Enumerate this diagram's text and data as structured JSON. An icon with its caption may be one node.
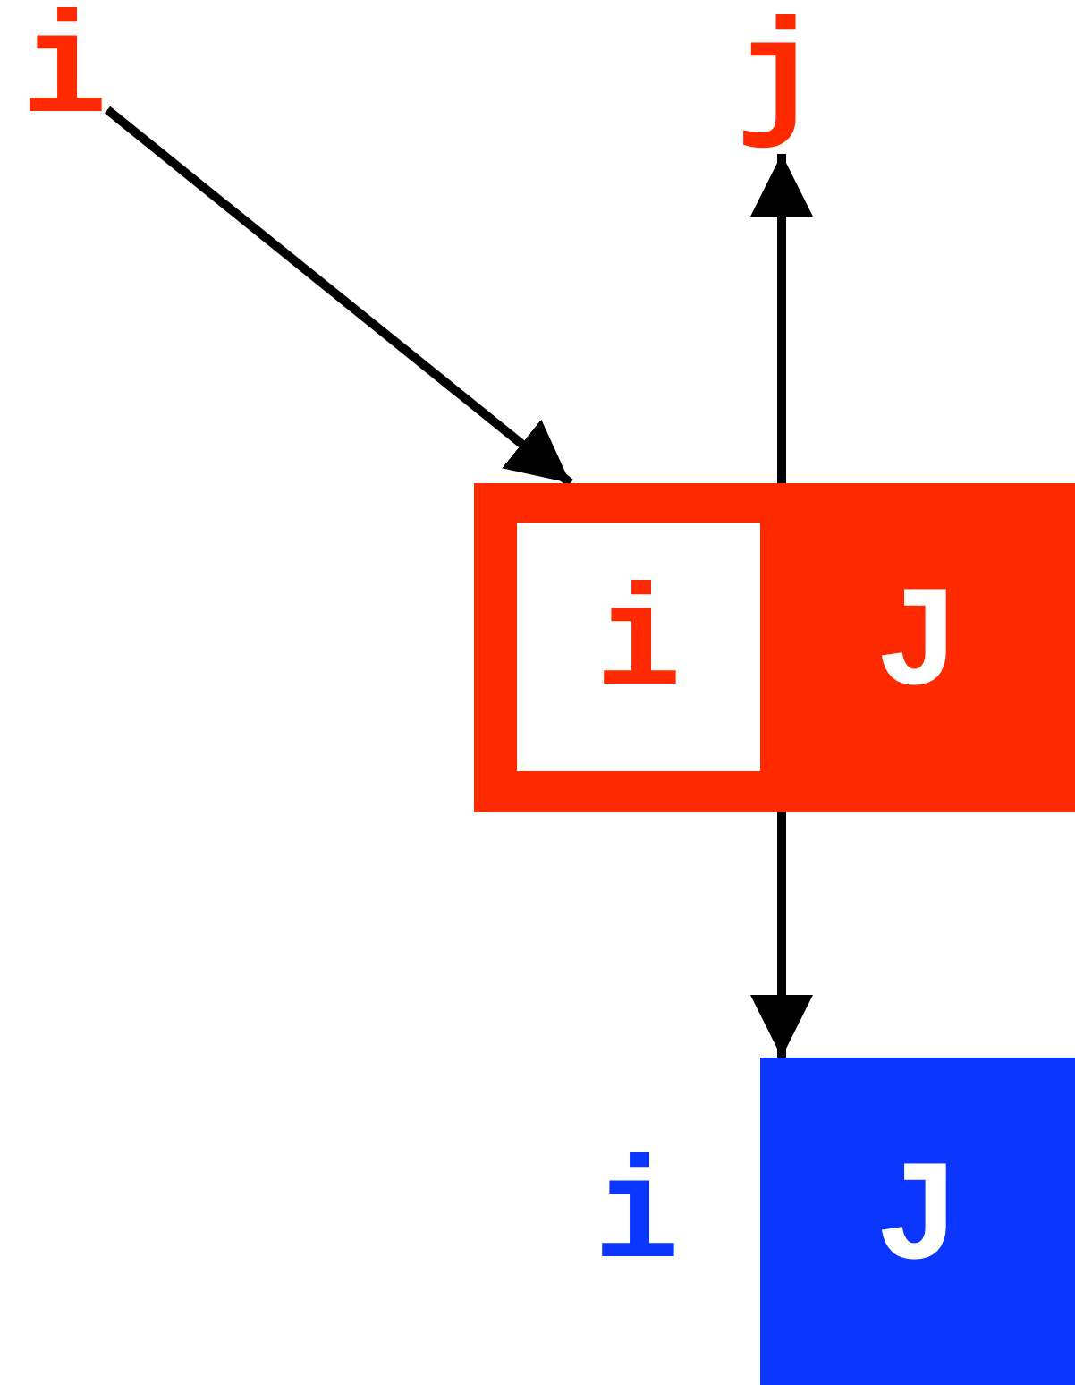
{
  "diagram": {
    "nodes": [
      {
        "text": [
          "i"
        ]
      },
      {
        "text": [
          "j"
        ]
      },
      {
        "text": [
          "J"
        ]
      },
      {
        "text": [
          "i"
        ],
        "in": 2
      },
      {
        "text": [
          "i"
        ]
      },
      {
        "text": [
          "J"
        ]
      }
    ],
    "edges": [
      {
        "from": 0,
        "to": 2,
        "arrow": "to"
      },
      {
        "from": 2,
        "to": 1,
        "arrow": "to"
      },
      {
        "from": 2,
        "to": 5,
        "arrow": "to"
      }
    ]
  }
}
